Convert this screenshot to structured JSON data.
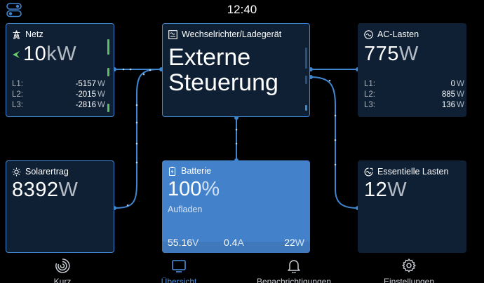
{
  "status_bar": {
    "time": "12:40"
  },
  "colors": {
    "accent": "#3f86d0",
    "card_bg": "#0f2035",
    "battery_bg": "#4382ca",
    "background": "#000000",
    "grid_bar": "#5fbf5f"
  },
  "grid": {
    "title": "Netz",
    "icon": "power-pylon-icon",
    "power_value": "10",
    "power_unit": "kW",
    "phases": [
      {
        "label": "L1:",
        "value": "-5157",
        "unit": "W"
      },
      {
        "label": "L2:",
        "value": "-2015",
        "unit": "W"
      },
      {
        "label": "L3:",
        "value": "-2816",
        "unit": "W"
      }
    ]
  },
  "inverter": {
    "title": "Wechselrichter/Ladegerät",
    "icon": "inverter-icon",
    "status_line1": "Externe",
    "status_line2": "Steuerung"
  },
  "ac_loads": {
    "title": "AC-Lasten",
    "icon": "ac-loads-icon",
    "power_value": "775",
    "power_unit": "W",
    "phases": [
      {
        "label": "L1:",
        "value": "0",
        "unit": "W"
      },
      {
        "label": "L2:",
        "value": "885",
        "unit": "W"
      },
      {
        "label": "L3:",
        "value": "136",
        "unit": "W"
      }
    ]
  },
  "solar": {
    "title": "Solarertrag",
    "icon": "sun-icon",
    "power_value": "8392",
    "power_unit": "W"
  },
  "battery": {
    "title": "Batterie",
    "icon": "battery-charging-icon",
    "soc_value": "100",
    "soc_unit": "%",
    "state": "Aufladen",
    "voltage_value": "55.16",
    "voltage_unit": "V",
    "current_value": "0.4",
    "current_unit": "A",
    "power_value": "22",
    "power_unit": "W"
  },
  "essential_loads": {
    "title": "Essentielle Lasten",
    "icon": "essential-loads-icon",
    "power_value": "12",
    "power_unit": "W"
  },
  "nav": {
    "tabs": [
      {
        "label": "Kurz",
        "icon": "brief-gauge-icon",
        "active": false
      },
      {
        "label": "Übersicht",
        "icon": "overview-monitor-icon",
        "active": true
      },
      {
        "label": "Benachrichtigungen",
        "icon": "bell-icon",
        "active": false
      },
      {
        "label": "Einstellungen",
        "icon": "gear-icon",
        "active": false
      }
    ]
  }
}
